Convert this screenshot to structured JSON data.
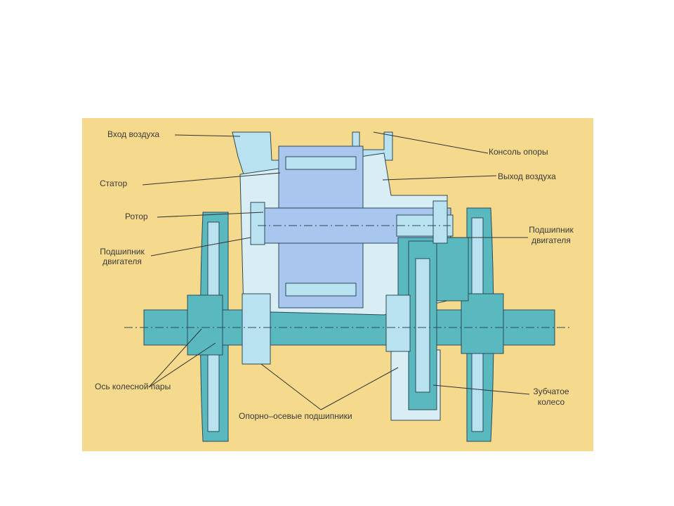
{
  "diagram": {
    "labels": {
      "air_in": "Вход воздуха",
      "stator": "Статор",
      "rotor": "Ротор",
      "motor_bearing_left_1": "Подшипник",
      "motor_bearing_left_2": "двигателя",
      "wheelset_axle": "Ось колесной пары",
      "axial_bearings": "Опорно–осевые подшипники",
      "support_bracket": "Консоль опоры",
      "air_out": "Выход воздуха",
      "motor_bearing_right_1": "Подшипник",
      "motor_bearing_right_2": "двигателя",
      "gear_wheel_1": "Зубчатое",
      "gear_wheel_2": "колесо"
    },
    "colors": {
      "background": "#f5d98c",
      "metal_teal": "#5ab8bf",
      "metal_light": "#b9e2f0",
      "metal_blue": "#a9c6ee",
      "outline": "#2c4a58",
      "leader": "#333333"
    }
  }
}
